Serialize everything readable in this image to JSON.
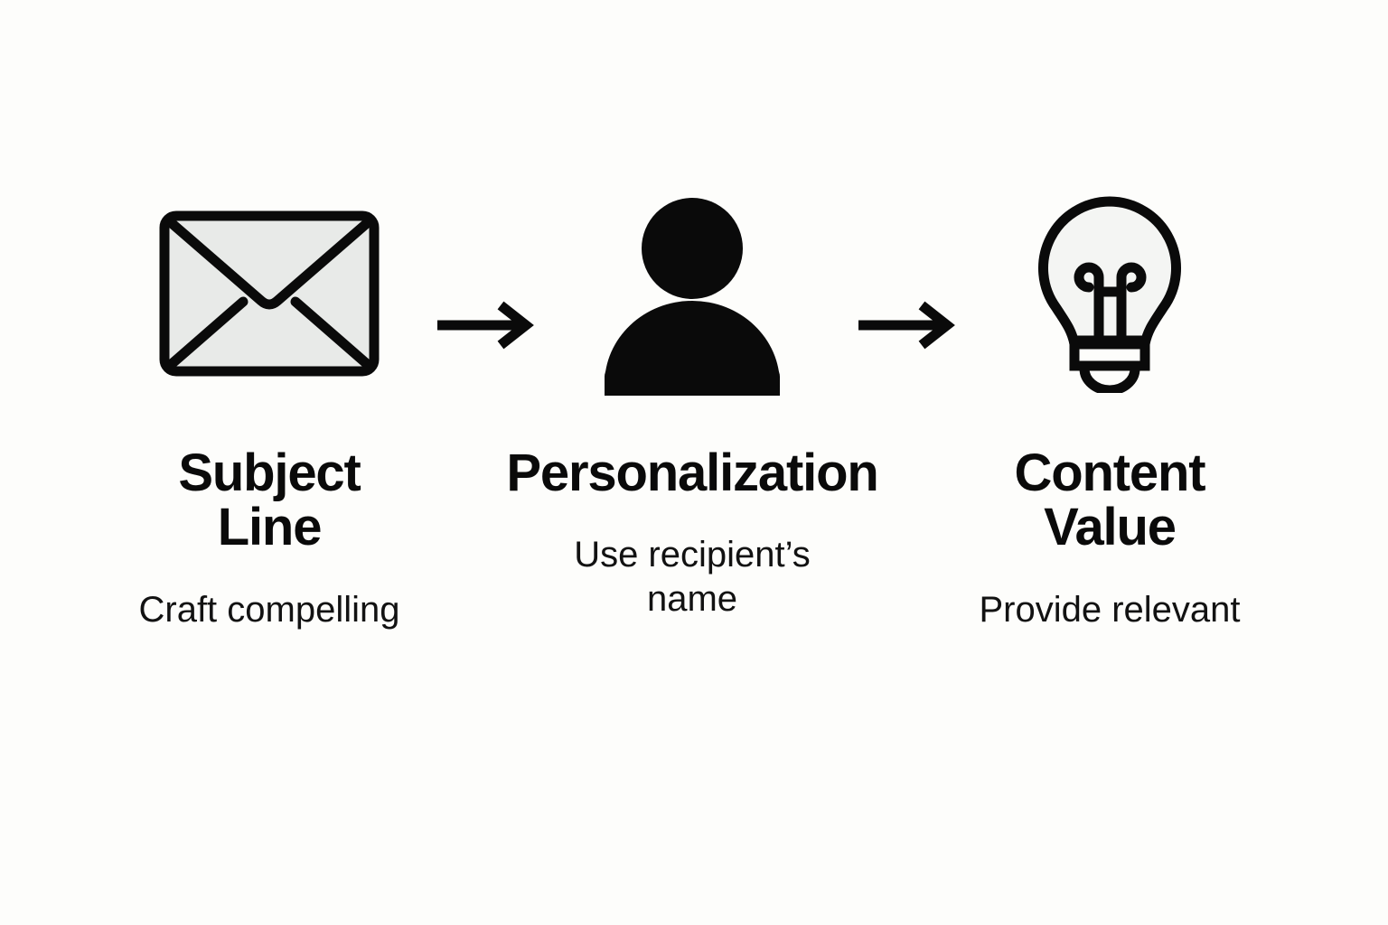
{
  "page": {
    "background_color": "#fdfdfb",
    "text_color": "#0a0a0a",
    "icon_stroke_color": "#0a0a0a",
    "icon_fill_color": "#e8eae8"
  },
  "diagram": {
    "type": "horizontal-flow",
    "steps": [
      {
        "icon": "envelope-icon",
        "title": "Subject Line",
        "description": "Craft compelling"
      },
      {
        "icon": "person-icon",
        "title": "Personalization",
        "description": "Use recipient’s name"
      },
      {
        "icon": "lightbulb-icon",
        "title": "Content Value",
        "description": "Provide relevant"
      }
    ],
    "connectors": [
      {
        "icon": "arrow-right-icon"
      },
      {
        "icon": "arrow-right-icon"
      }
    ]
  }
}
